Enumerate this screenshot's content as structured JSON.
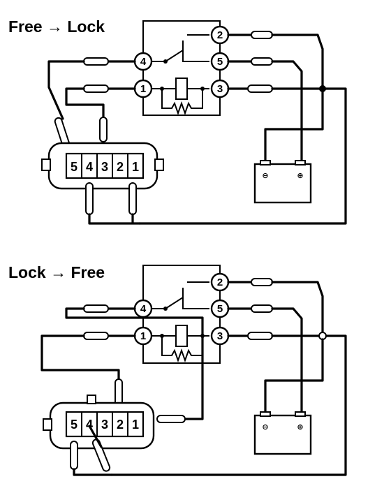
{
  "diagrams": [
    {
      "title": "Free → Lock",
      "relay_terminals": [
        "1",
        "2",
        "3",
        "4",
        "5"
      ],
      "connector_pins": [
        "5",
        "4",
        "3",
        "2",
        "1"
      ]
    },
    {
      "title": "Lock → Free",
      "relay_terminals": [
        "1",
        "2",
        "3",
        "4",
        "5"
      ],
      "connector_pins": [
        "5",
        "4",
        "3",
        "2",
        "1"
      ]
    }
  ],
  "battery": {
    "negative_symbol": "⊖",
    "positive_symbol": "⊕"
  },
  "icon_names": [
    "relay-switch-icon",
    "relay-coil-icon",
    "resistor-icon",
    "battery-icon",
    "test-probe-icon",
    "connector-icon"
  ]
}
